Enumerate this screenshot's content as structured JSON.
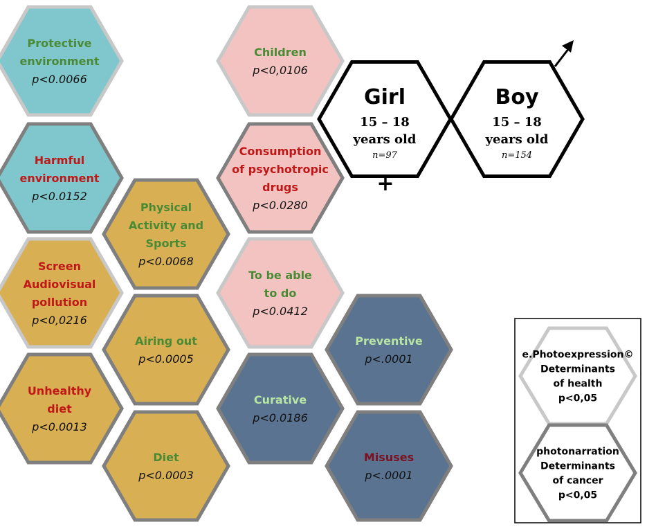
{
  "colors": {
    "teal": "#7fc7cc",
    "mustard": "#d8af52",
    "pink": "#f2c3c1",
    "slate": "#5a7391",
    "green_text": "#4a8a35",
    "red_text": "#c01818",
    "lightgreen_text": "#b7e6a2",
    "darkred_text": "#7a1220",
    "border_health": "#c8c8c8",
    "border_cancer": "#7f7f7f"
  },
  "hexagons": [
    {
      "id": "protective",
      "lines": [
        "Protective",
        "environment"
      ],
      "p": "p<0.0066",
      "fill": "teal",
      "text_color": "green_text",
      "border": "health"
    },
    {
      "id": "harmful",
      "lines": [
        "Harmful",
        "environment"
      ],
      "p": "p<0.0152",
      "fill": "teal",
      "text_color": "red_text",
      "border": "cancer"
    },
    {
      "id": "screen",
      "lines": [
        "Screen",
        "Audiovisual",
        "pollution"
      ],
      "p": "p<0,0216",
      "fill": "mustard",
      "text_color": "red_text",
      "border": "health"
    },
    {
      "id": "unhealthy",
      "lines": [
        "Unhealthy",
        "diet"
      ],
      "p": "p<0.0013",
      "fill": "mustard",
      "text_color": "red_text",
      "border": "cancer"
    },
    {
      "id": "physical",
      "lines": [
        "Physical",
        "Activity and",
        "Sports"
      ],
      "p": "p<0.0068",
      "fill": "mustard",
      "text_color": "green_text",
      "border": "cancer"
    },
    {
      "id": "airing",
      "lines": [
        "Airing out"
      ],
      "p": "p<0.0005",
      "fill": "mustard",
      "text_color": "green_text",
      "border": "cancer"
    },
    {
      "id": "diet",
      "lines": [
        "Diet"
      ],
      "p": "p<0.0003",
      "fill": "mustard",
      "text_color": "green_text",
      "border": "cancer"
    },
    {
      "id": "children",
      "lines": [
        "Children"
      ],
      "p": "p<0,0106",
      "fill": "pink",
      "text_color": "green_text",
      "border": "health"
    },
    {
      "id": "psychotropic",
      "lines": [
        "Consumption",
        "of psychotropic",
        "drugs"
      ],
      "p": "p<0.0280",
      "fill": "pink",
      "text_color": "red_text",
      "border": "cancer"
    },
    {
      "id": "able",
      "lines": [
        "To be able",
        "to do"
      ],
      "p": "p<0.0412",
      "fill": "pink",
      "text_color": "green_text",
      "border": "health"
    },
    {
      "id": "curative",
      "lines": [
        "Curative"
      ],
      "p": "p<0.0186",
      "fill": "slate",
      "text_color": "lightgreen_text",
      "border": "cancer"
    },
    {
      "id": "preventive",
      "lines": [
        "Preventive"
      ],
      "p": "p<.0001",
      "fill": "slate",
      "text_color": "lightgreen_text",
      "border": "cancer"
    },
    {
      "id": "misuses",
      "lines": [
        "Misuses"
      ],
      "p": "p<.0001",
      "fill": "slate",
      "text_color": "darkred_text",
      "border": "cancer"
    }
  ],
  "girl": {
    "title": "Girl",
    "age_range": "15 – 18",
    "age_unit": "years old",
    "n": "n=97",
    "symbol": "+"
  },
  "boy": {
    "title": "Boy",
    "age_range": "15 – 18",
    "age_unit": "years old",
    "n": "n=154"
  },
  "legend": {
    "health": {
      "lines": [
        "e.Photoexpression©",
        "Determinants",
        "of health",
        "p<0,05"
      ]
    },
    "cancer": {
      "lines": [
        "photonarration",
        "Determinants",
        "of cancer",
        "p<0,05"
      ]
    }
  }
}
